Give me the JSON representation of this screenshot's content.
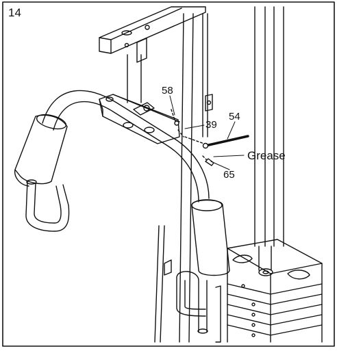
{
  "step": {
    "number": "14"
  },
  "callouts": {
    "part_58": "58",
    "part_39": "39",
    "part_54": "54",
    "grease": "Grease",
    "part_65": "65"
  }
}
